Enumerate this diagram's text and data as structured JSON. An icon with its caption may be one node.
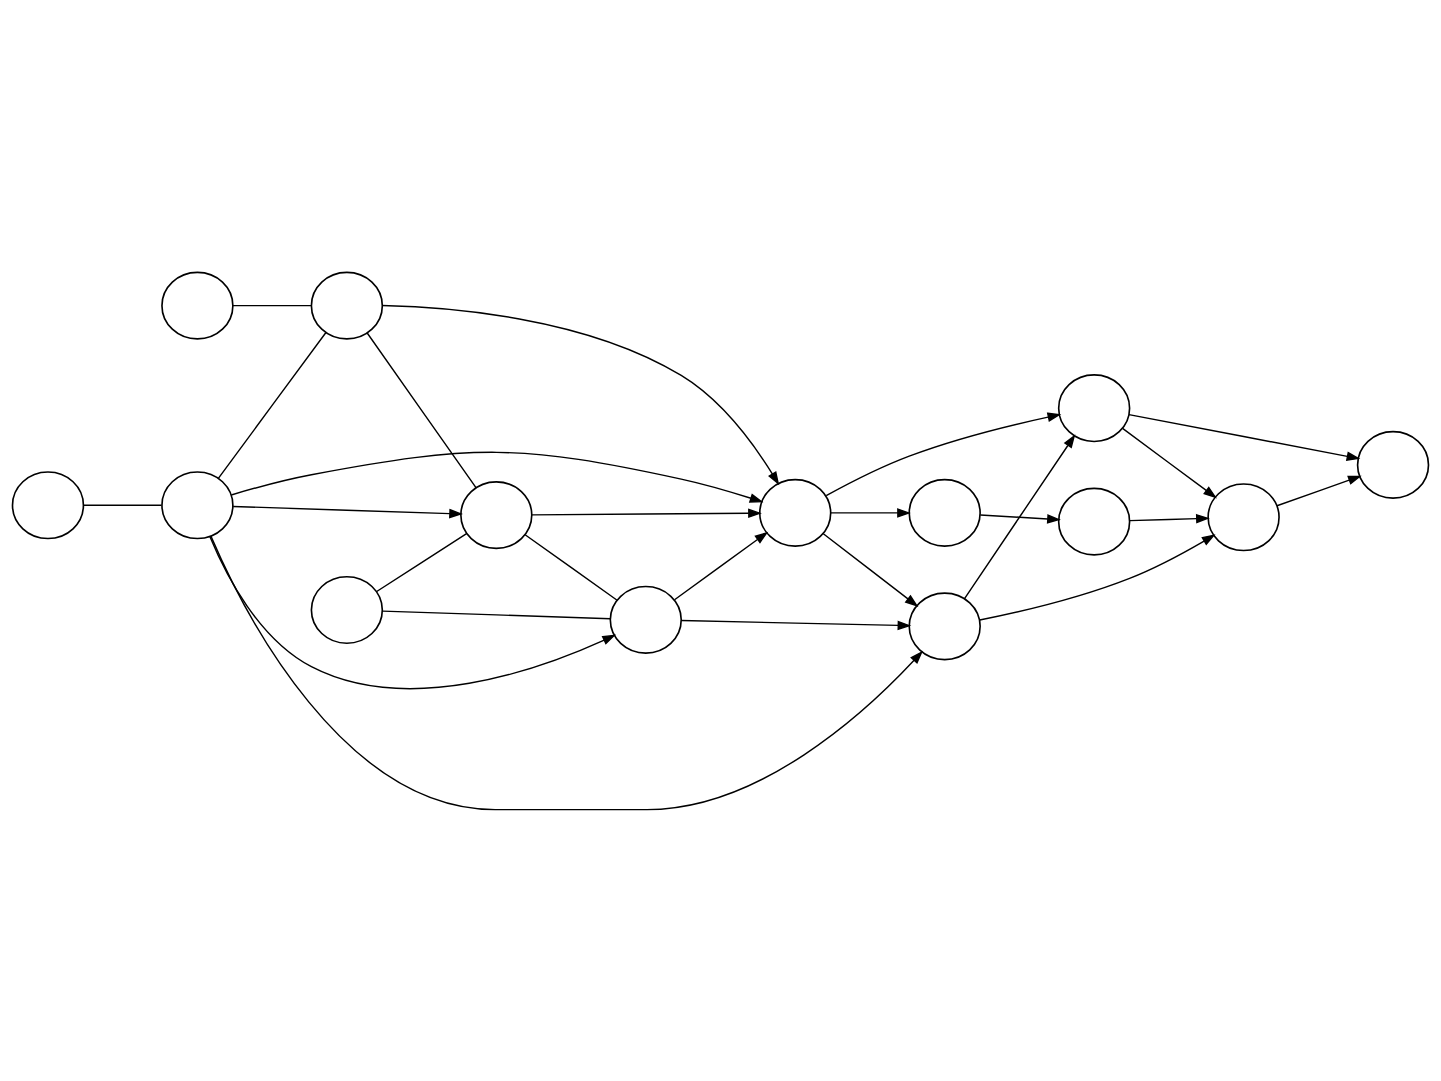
{
  "diagram": {
    "nodes": [
      {
        "text": [],
        "shape": "circle"
      },
      {
        "text": [],
        "shape": "circle"
      },
      {
        "text": [],
        "shape": "circle"
      },
      {
        "text": [],
        "shape": "circle"
      },
      {
        "text": [],
        "shape": "circle"
      },
      {
        "text": [],
        "shape": "circle"
      },
      {
        "text": [],
        "shape": "circle"
      },
      {
        "text": [],
        "shape": "circle"
      },
      {
        "text": [],
        "shape": "circle"
      },
      {
        "text": [],
        "shape": "circle"
      },
      {
        "text": [],
        "shape": "circle"
      },
      {
        "text": [],
        "shape": "circle"
      },
      {
        "text": [],
        "shape": "circle"
      },
      {
        "text": [],
        "shape": "circle"
      }
    ],
    "edges": [
      {
        "from": 0,
        "to": 3,
        "arrow": "none"
      },
      {
        "from": 1,
        "to": 4,
        "arrow": "none"
      },
      {
        "from": 2,
        "to": 5,
        "arrow": "none"
      },
      {
        "from": 2,
        "to": 6,
        "arrow": "none"
      },
      {
        "from": 3,
        "to": 4,
        "arrow": "none"
      },
      {
        "from": 4,
        "to": 5,
        "arrow": "none"
      },
      {
        "from": 5,
        "to": 6,
        "arrow": "none"
      },
      {
        "from": 3,
        "to": 7,
        "arrow": "to"
      },
      {
        "from": 3,
        "to": 8,
        "arrow": "to"
      },
      {
        "from": 3,
        "to": 5,
        "arrow": "to"
      },
      {
        "from": 3,
        "to": 6,
        "arrow": "to"
      },
      {
        "from": 4,
        "to": 7,
        "arrow": "to"
      },
      {
        "from": 5,
        "to": 7,
        "arrow": "to"
      },
      {
        "from": 6,
        "to": 7,
        "arrow": "to"
      },
      {
        "from": 6,
        "to": 8,
        "arrow": "to"
      },
      {
        "from": 7,
        "to": 8,
        "arrow": "to"
      },
      {
        "from": 7,
        "to": 11,
        "arrow": "to"
      },
      {
        "from": 7,
        "to": 9,
        "arrow": "to"
      },
      {
        "from": 8,
        "to": 11,
        "arrow": "to"
      },
      {
        "from": 8,
        "to": 12,
        "arrow": "to"
      },
      {
        "from": 9,
        "to": 10,
        "arrow": "to"
      },
      {
        "from": 10,
        "to": 12,
        "arrow": "to"
      },
      {
        "from": 11,
        "to": 12,
        "arrow": "to"
      },
      {
        "from": 12,
        "to": 13,
        "arrow": "to"
      },
      {
        "from": 11,
        "to": 13,
        "arrow": "to"
      }
    ]
  }
}
